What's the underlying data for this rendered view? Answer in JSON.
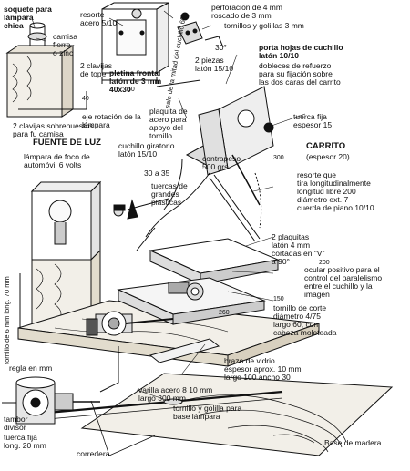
{
  "colors": {
    "ink": "#111111",
    "paper": "#ffffff",
    "wood": "#f2efe8"
  },
  "labels": {
    "soquete_lampara": "soquete para\nlámpara\nchica",
    "camisa_fierro": "camisa\nfierro\no zinc",
    "resorte_acero": "resorte\nacero 5/10",
    "perforacion": "perforación de 4 mm\nroscado de 3 mm",
    "tornillos_golillas_top": "tornillos y golillas 3 mm",
    "angle_30": "30°",
    "dos_piezas": "2 piezas\nlatón 15/10",
    "clavijas_tope": "2 clavijas\nde tope",
    "pletina_frontal": "pletina frontal\nlatón de 3 mm\n40x30",
    "mitad_cuchillo": "sale de la mitad del cuchillo 60",
    "dim_50": "50",
    "dim_40": "40",
    "porta_hojas": "porta hojas de cuchillo\nlatón 10/10",
    "dobleces": "dobleces de refuerzo\npara su fijación sobre\nlas dos caras del carrito",
    "eje_rotacion": "eje rotación de la\nlámpara",
    "clavijas_sobrepuestos": "2 clavijas sobrepuestos\npara fu camisa",
    "fuente_luz": "FUENTE DE LUZ",
    "placa_apoyo": "plaquita de\nacero para\napoyo del\ntornillo",
    "tuerca_fija_top": "tuerca fija\nespesor 15",
    "lampara_foco": "lámpara de foco de\nautomóvil 6 volts",
    "cuchillo_giratorio": "cuchillo giratorio\nlatón 15/10",
    "contrapeso": "contrapeso\n500 grs.",
    "carrito": "CARRITO",
    "espesor_20": "(espesor 20)",
    "resorte_tira": "resorte que\ntira longitudinalmente\nlongitud libre 200\ndiámetro ext. 7\ncuerda de piano 10/10",
    "dim_30_35": "30 a 35",
    "tuercas_grandes": "tuercas de\ngrandes\nplásticas",
    "dos_plaquitas": "2 plaquitas\nlatón 4 mm\ncortadas en \"V\"\na 90°",
    "ocular": "ocular positivo para el\ncontrol del paralelismo\nentre el cuchillo y la\nimagen",
    "tornillo_corte": "tornillo de corte\ndiámetro 4/75\nlargo 60, con\ncabeza moleteada",
    "tornillo_6mm": "tornillo de 6 mm long. 70 mm",
    "brazo_vidrio": "brazo de vidrio\nespesor aprox. 10 mm\nlargo 100 ancho 30",
    "regla_mm": "regla en mm",
    "varilla_acero": "varilla acero 8 10 mm\nlargo 300 mm",
    "tornillo_golilla_base": "tornillo y golilla para\nbase lámpara",
    "tambor_divisor": "tambor\ndivisor",
    "tuerca_fija_bottom": "tuerca fija\nlong. 20 mm",
    "base_madera": "Base de madera",
    "corredera": "corredera",
    "dim_300": "300",
    "dim_260": "260",
    "dim_150": "150",
    "dim_200": "200"
  }
}
